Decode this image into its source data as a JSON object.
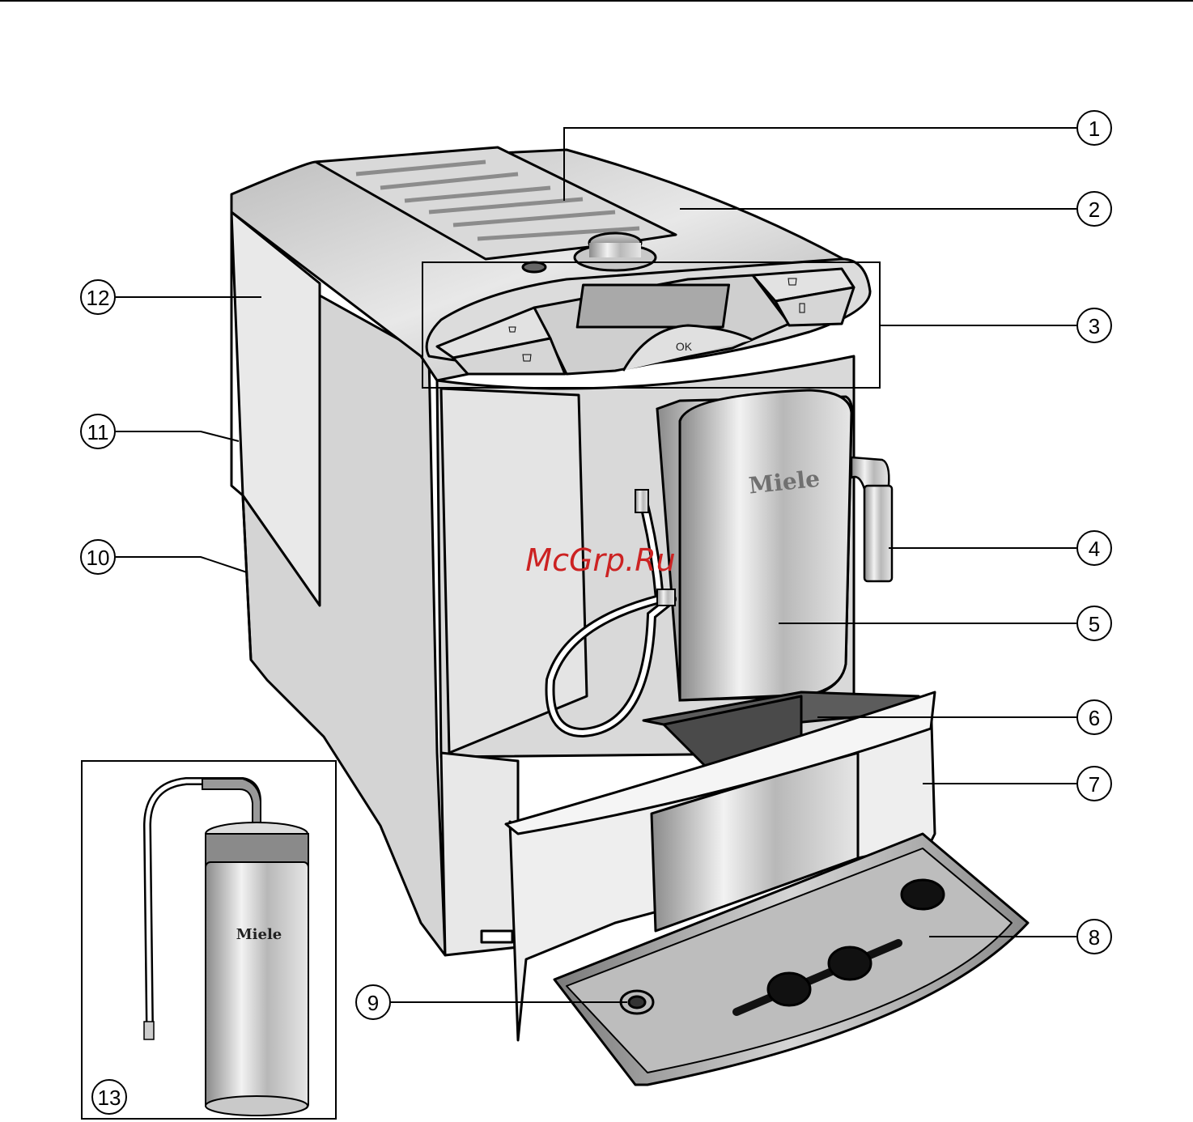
{
  "brand": {
    "logo_text": "Miele",
    "color": "#6b6b6b"
  },
  "control_panel": {
    "ok_label": "OK"
  },
  "watermark": {
    "text": "McGrp.Ru",
    "color": "#cc2222"
  },
  "callouts": [
    {
      "id": "1",
      "label": "1"
    },
    {
      "id": "2",
      "label": "2"
    },
    {
      "id": "3",
      "label": "3"
    },
    {
      "id": "4",
      "label": "4"
    },
    {
      "id": "5",
      "label": "5"
    },
    {
      "id": "6",
      "label": "6"
    },
    {
      "id": "7",
      "label": "7"
    },
    {
      "id": "8",
      "label": "8"
    },
    {
      "id": "9",
      "label": "9"
    },
    {
      "id": "10",
      "label": "10"
    },
    {
      "id": "11",
      "label": "11"
    },
    {
      "id": "12",
      "label": "12"
    },
    {
      "id": "13",
      "label": "13"
    }
  ],
  "icons": [
    "espresso-cup-icon",
    "coffee-cup-icon",
    "cappuccino-cup-icon",
    "milk-glass-icon"
  ]
}
